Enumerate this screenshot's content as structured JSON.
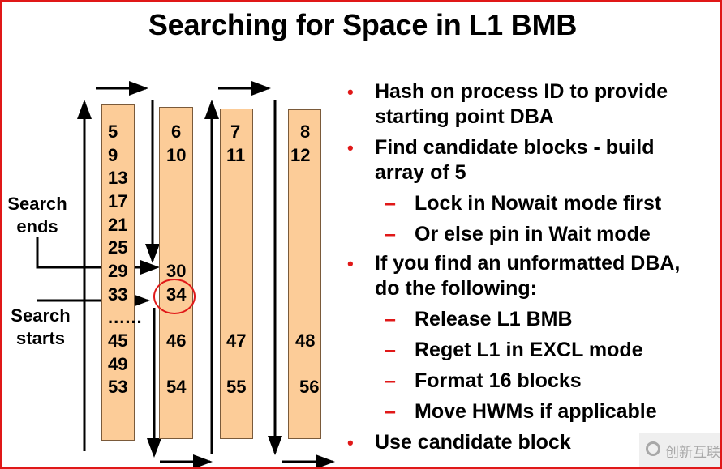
{
  "title": "Searching for Space in L1 BMB",
  "diagram": {
    "columns": [
      {
        "numbers": [
          "5",
          "9",
          "13",
          "17",
          "21",
          "25",
          "29",
          "33",
          "......",
          "45",
          "49",
          "53"
        ]
      },
      {
        "numbers": [
          "6",
          "10",
          "30",
          "34",
          "46",
          "54"
        ]
      },
      {
        "numbers": [
          "7",
          "11",
          "47",
          "55"
        ]
      },
      {
        "numbers": [
          "8",
          "12",
          "48",
          "56"
        ]
      }
    ],
    "labels": {
      "search_ends": [
        "Search",
        "ends"
      ],
      "search_starts": [
        "Search",
        "starts"
      ]
    },
    "highlighted_block": "34",
    "colors": {
      "block_fill": "#fccc98",
      "highlight": "#e01818",
      "border": "#e01818"
    }
  },
  "bullets": [
    {
      "type": "bullet",
      "lines": [
        "Hash on process ID to provide",
        "starting point DBA"
      ]
    },
    {
      "type": "bullet",
      "lines": [
        "Find candidate blocks - build",
        "array of 5"
      ]
    },
    {
      "type": "sub",
      "lines": [
        "Lock in Nowait mode first"
      ]
    },
    {
      "type": "sub",
      "lines": [
        "Or else pin in Wait mode"
      ]
    },
    {
      "type": "bullet",
      "lines": [
        "If you find an unformatted DBA,",
        "do the following:"
      ]
    },
    {
      "type": "sub",
      "lines": [
        "Release L1 BMB"
      ]
    },
    {
      "type": "sub",
      "lines": [
        "Reget L1 in EXCL mode"
      ]
    },
    {
      "type": "sub",
      "lines": [
        "Format 16 blocks"
      ]
    },
    {
      "type": "sub",
      "lines": [
        "Move HWMs if applicable"
      ]
    },
    {
      "type": "bullet",
      "lines": [
        "Use candidate block"
      ]
    }
  ],
  "markers": {
    "bullet": "•",
    "dash": "–"
  },
  "watermark": {
    "text": "创新互联"
  }
}
